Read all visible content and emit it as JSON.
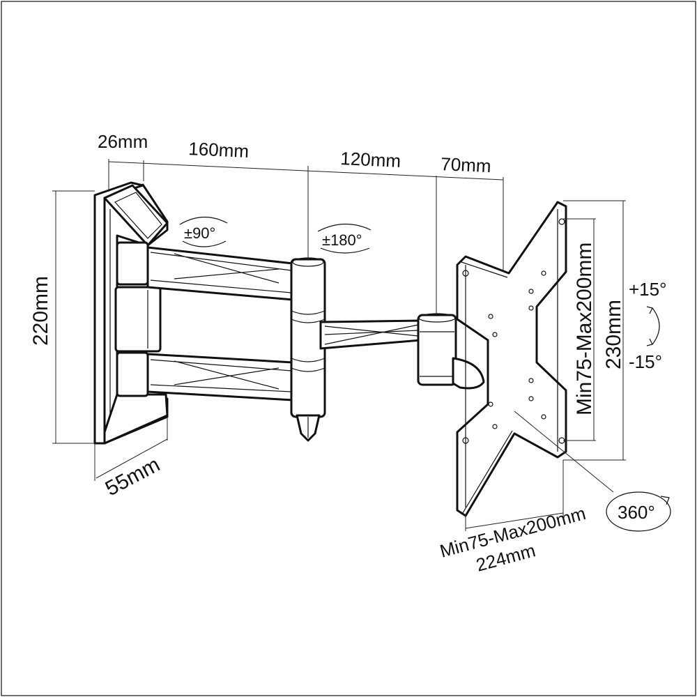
{
  "dimensions": {
    "wall_plate_depth_top": "26mm",
    "arm1_length": "160mm",
    "arm2_length": "120mm",
    "head_depth": "70mm",
    "wall_plate_height": "220mm",
    "wall_plate_depth_bottom": "55mm",
    "vesa_vertical": "Min75-Max200mm",
    "plate_height": "230mm",
    "vesa_horizontal": "Min75-Max200mm",
    "plate_width": "224mm"
  },
  "rotations": {
    "arm_swivel": "±90°",
    "elbow_swivel": "±180°",
    "tilt_up": "+15°",
    "tilt_down": "-15°",
    "rotation": "360°"
  }
}
